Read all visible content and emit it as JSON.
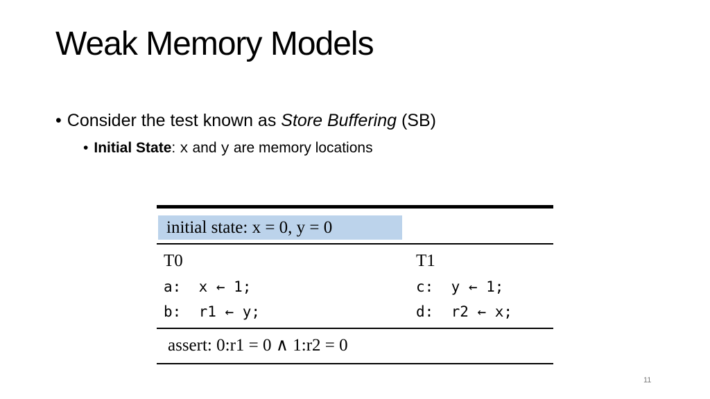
{
  "slide": {
    "title": "Weak Memory Models",
    "bullet1": {
      "prefix": "Consider the test known as ",
      "emphasis": "Store Buffering",
      "suffix": " (SB)"
    },
    "bullet2": {
      "bold": "Initial State",
      "colon": ": ",
      "var_x": "x",
      "and": " and ",
      "var_y": "y",
      "suffix": " are memory locations"
    },
    "page_number": "11"
  },
  "figure": {
    "initial_state": "initial state:  x = 0,  y = 0",
    "highlight_color": "#bcd3eb",
    "threads": [
      {
        "name": "T0",
        "lines": [
          "a:  x ← 1;",
          "b:  r1 ← y;"
        ]
      },
      {
        "name": "T1",
        "lines": [
          "c:  y ← 1;",
          "d:  r2 ← x;"
        ]
      }
    ],
    "assertion": "assert:  0:r1 = 0 ∧ 1:r2 = 0"
  }
}
